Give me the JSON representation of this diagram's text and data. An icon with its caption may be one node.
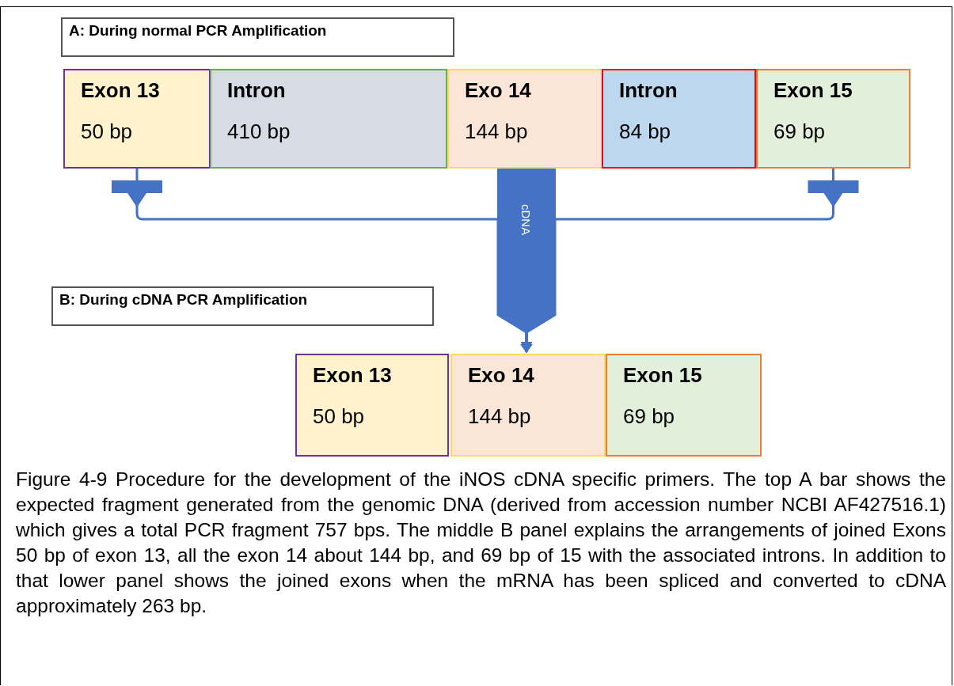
{
  "diagram": {
    "caption": "Figure 4-9 Procedure for the development of the iNOS cDNA specific primers. The top A bar shows the expected fragment generated from the genomic DNA (derived from accession number NCBI AF427516.1) which gives a total PCR fragment 757 bps. The middle B panel explains the arrangements of joined Exons 50 bp of exon 13, all the exon 14 about 144 bp, and 69 bp of 15 with the associated introns. In addition to that lower panel shows the joined exons when the mRNA has been spliced and converted to cDNA approximately 263 bp.",
    "nodes": [
      {
        "text": [
          "A: During normal PCR Amplification"
        ]
      },
      {
        "text": [
          "Exon 13",
          "50 bp"
        ]
      },
      {
        "text": [
          "Intron",
          "410 bp"
        ]
      },
      {
        "text": [
          "Exo 14",
          "144 bp"
        ]
      },
      {
        "text": [
          "Intron",
          "84 bp"
        ]
      },
      {
        "text": [
          "Exon 15",
          "69 bp"
        ]
      },
      {
        "text": [
          "B:  During cDNA PCR Amplification"
        ]
      },
      {
        "text": [
          "Exon 13",
          "50 bp"
        ]
      },
      {
        "text": [
          "Exo 14",
          "144 bp"
        ]
      },
      {
        "text": [
          "Exon 15",
          "69 bp"
        ]
      }
    ],
    "edges": [
      {
        "from": 1,
        "to": 8,
        "arrow": "to"
      },
      {
        "from": 5,
        "to": 8,
        "arrow": "to"
      },
      {
        "from": 3,
        "to": 8,
        "arrow": "to",
        "label": "cDNA",
        "style": "thick"
      }
    ]
  }
}
